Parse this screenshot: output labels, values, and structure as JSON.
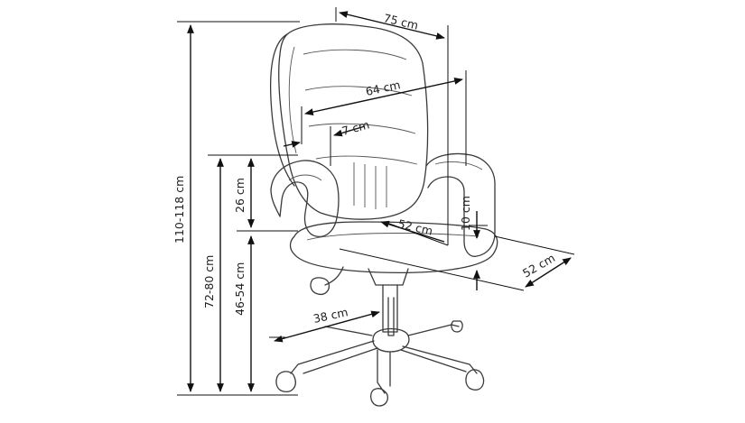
{
  "diagram": {
    "dimensions": {
      "depth_total": "75 cm",
      "width_total": "64 cm",
      "armrest_width": "7 cm",
      "height_total": "110-118 cm",
      "armrest_height": "72-80 cm",
      "seat_height": "46-54 cm",
      "backrest_above_seat": "26 cm",
      "armrest_above_seat": "10 cm",
      "seat_width": "52 cm",
      "seat_depth": "52 cm",
      "base_radius": "38 cm"
    }
  }
}
